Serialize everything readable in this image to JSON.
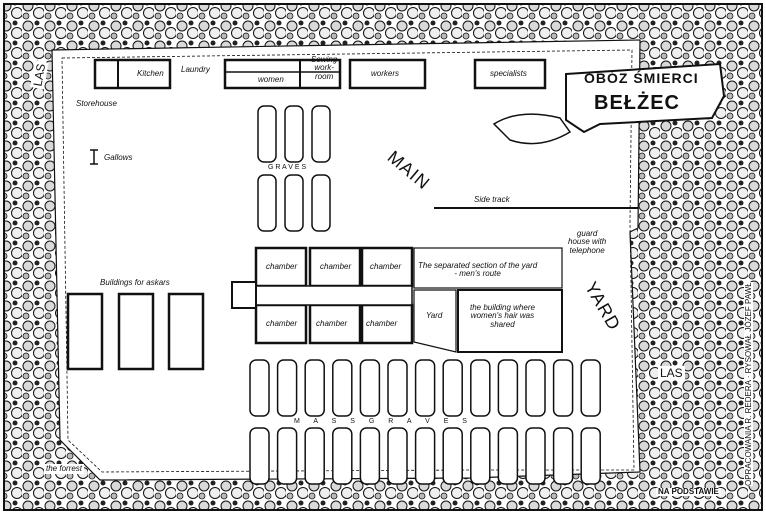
{
  "title": {
    "line1": "OBÓZ ŚMIERCI",
    "line2": "BEŁŻEC"
  },
  "labels": {
    "kitchen": "Kitchen",
    "laundry": "Laundry",
    "women": "women",
    "sewing": "Sewing\nwork-\nroom",
    "workers": "workers",
    "specialists": "specialists",
    "storehouse": "Storehouse",
    "gallows": "Gallows",
    "graves_top": "G R A V E S",
    "main": "MAIN",
    "yard": "YARD",
    "side_track": "Side track",
    "guard_house": "guard\nhouse with\ntelephone",
    "chamber": "chamber",
    "separated_section": "The separated section of the yard\n- men's route",
    "yard_small": "Yard",
    "hair_building": "the building where\nwomen's hair was\nshared",
    "askars": "Buildings for askars",
    "graves_bottom": "M A S S   G R A V E S",
    "forrest": "the forrest",
    "las_left": "LAS",
    "las_right": "LAS",
    "na_podstawie": "NA PODSTAWIE",
    "credit_vertical": "OPRACOWANIA R. REDERA · RYSOWAŁ JÓZEF PAWŁ"
  },
  "colors": {
    "ink": "#111111",
    "paper": "#ffffff",
    "tree_fill": "#e6e6e6"
  }
}
